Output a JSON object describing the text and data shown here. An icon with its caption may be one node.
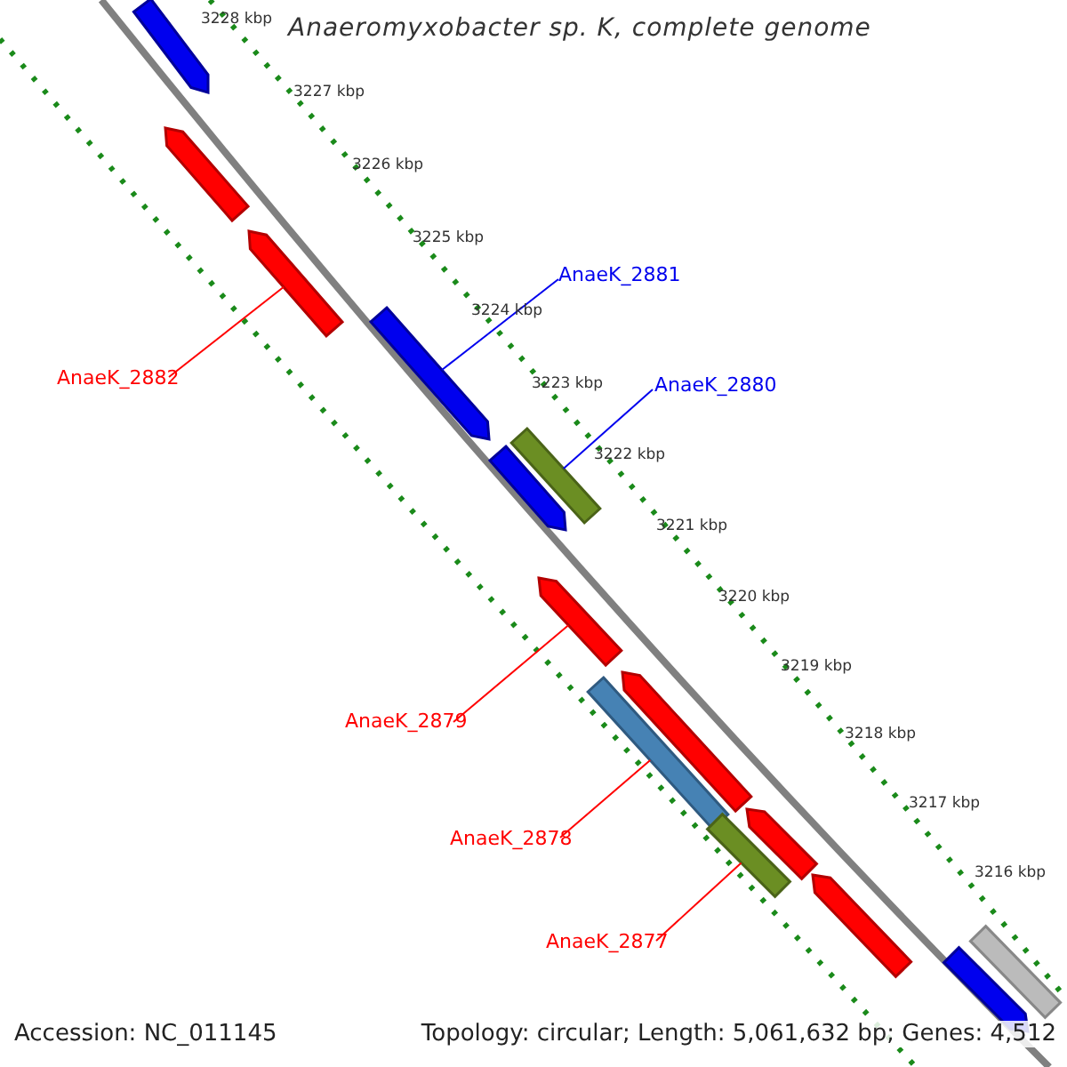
{
  "diagram": {
    "title": "Anaeromyxobacter sp. K, complete genome",
    "nodes": [
      {
        "text": [],
        "shape": "bar"
      },
      {
        "text": [],
        "shape": "bar"
      },
      {
        "text": [],
        "shape": "bar"
      },
      {
        "text": [],
        "shape": "bar"
      },
      {
        "text": [],
        "shape": "bar"
      },
      {
        "text": [],
        "shape": "bar"
      },
      {
        "text": [],
        "shape": "bar"
      },
      {
        "text": [],
        "shape": "bar"
      },
      {
        "text": [],
        "shape": "bar"
      },
      {
        "text": [],
        "shape": "bar"
      },
      {
        "text": [],
        "shape": "bar"
      },
      {
        "text": [],
        "shape": "bar"
      },
      {
        "text": [],
        "shape": "bar"
      },
      {
        "text": [],
        "shape": "bar"
      },
      {
        "text": [
          "AnaeK_2881"
        ]
      },
      {
        "text": [
          "AnaeK_2882"
        ]
      },
      {
        "text": [
          "AnaeK_2880"
        ]
      },
      {
        "text": [
          "AnaeK_2879"
        ]
      },
      {
        "text": [
          "AnaeK_2878"
        ]
      },
      {
        "text": [
          "AnaeK_2877"
        ]
      }
    ],
    "edges": [
      {
        "from": 14,
        "to": 3,
        "arrow": "none",
        "color": "#0000ee"
      },
      {
        "from": 15,
        "to": 2,
        "arrow": "none"
      },
      {
        "from": 16,
        "to": 5,
        "arrow": "none",
        "color": "#0000ee"
      },
      {
        "from": 17,
        "to": 6,
        "arrow": "none"
      },
      {
        "from": 18,
        "to": 8,
        "arrow": "none"
      },
      {
        "from": 19,
        "to": 10,
        "arrow": "none"
      }
    ],
    "labels": [
      "3228 kbp",
      "3227 kbp",
      "3226 kbp",
      "3225 kbp",
      "3224 kbp",
      "3223 kbp",
      "3222 kbp",
      "3221 kbp",
      "3220 kbp",
      "3219 kbp",
      "3218 kbp",
      "3217 kbp",
      "3216 kbp",
      "Accession: NC_011145",
      "Topology: circular; Length: 5,061,632 bp; Genes: 4,512"
    ]
  }
}
